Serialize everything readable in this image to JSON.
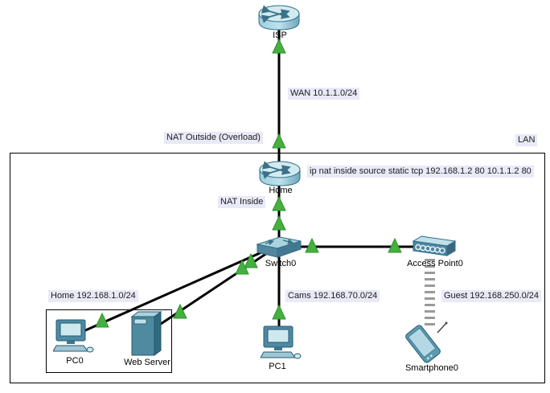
{
  "app": "network-topology-canvas",
  "colors": {
    "cable": "#000000",
    "link_status_green": "#44b13f",
    "annotation_bg": "#e9e9f8",
    "zone_border": "#000000",
    "device_body": "#5b8fa8",
    "device_top": "#cde9f0",
    "wireless_dash": "#9a9a9a"
  },
  "zones": [
    {
      "name": "lan-area",
      "label": "LAN"
    },
    {
      "name": "home-subnet-box",
      "label": "Home 192.168.1.0/24"
    }
  ],
  "devices": [
    {
      "id": "isp",
      "type": "router",
      "label": "ISP"
    },
    {
      "id": "home",
      "type": "router",
      "label": "Home"
    },
    {
      "id": "switch0",
      "type": "switch",
      "label": "Switch0"
    },
    {
      "id": "ap0",
      "type": "access-point",
      "label": "Access Point0"
    },
    {
      "id": "pc0",
      "type": "pc",
      "label": "PC0"
    },
    {
      "id": "webserver",
      "type": "server",
      "label": "Web Server"
    },
    {
      "id": "pc1",
      "type": "pc",
      "label": "PC1"
    },
    {
      "id": "smartphone0",
      "type": "smartphone",
      "label": "Smartphone0"
    }
  ],
  "annotations": [
    {
      "text": "WAN 10.1.1.0/24"
    },
    {
      "text": "NAT Outside (Overload)"
    },
    {
      "text": "LAN"
    },
    {
      "text": "ip nat inside source static tcp 192.168.1.2 80 10.1.1.2 80"
    },
    {
      "text": "NAT Inside"
    },
    {
      "text": "Home 192.168.1.0/24"
    },
    {
      "text": "Cams 192.168.70.0/24"
    },
    {
      "text": "Guest 192.168.250.0/24"
    }
  ],
  "links": [
    {
      "from": "ISP",
      "to": "Home",
      "kind": "wired"
    },
    {
      "from": "Home",
      "to": "Switch0",
      "kind": "wired"
    },
    {
      "from": "Switch0",
      "to": "PC0",
      "kind": "wired"
    },
    {
      "from": "Switch0",
      "to": "Web Server",
      "kind": "wired"
    },
    {
      "from": "Switch0",
      "to": "PC1",
      "kind": "wired"
    },
    {
      "from": "Switch0",
      "to": "Access Point0",
      "kind": "wired"
    },
    {
      "from": "Access Point0",
      "to": "Smartphone0",
      "kind": "wireless"
    }
  ]
}
